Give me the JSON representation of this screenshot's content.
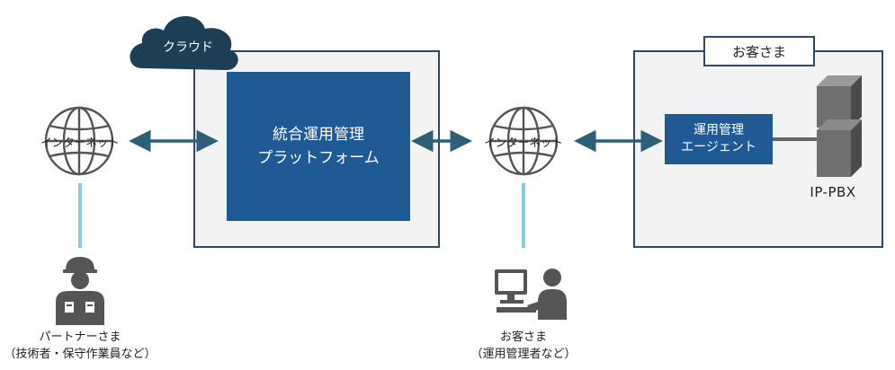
{
  "cloud": {
    "label": "クラウド"
  },
  "platform": {
    "line1": "統合運用管理",
    "line2": "プラットフォーム"
  },
  "internet_left": {
    "label": "インターネット"
  },
  "internet_right": {
    "label": "インターネット"
  },
  "customer_site": {
    "label": "お客さま"
  },
  "agent": {
    "line1": "運用管理",
    "line2": "エージェント"
  },
  "pbx": {
    "label": "IP-PBX"
  },
  "partner": {
    "line1": "パートナーさま",
    "line2": "（技術者・保守作業員など）"
  },
  "customer_user": {
    "line1": "お客さま",
    "line2": "（運用管理者など）"
  },
  "colors": {
    "platform_blue": "#1f5a94",
    "cloud_navy": "#1d3f55",
    "arrow_teal": "#2c5f78",
    "connector_light_blue": "#8cc8e8",
    "frame_gray": "#f3f3f4",
    "icon_gray": "#555555"
  },
  "icons": [
    "cloud-icon",
    "globe-icon",
    "server-icon",
    "worker-icon",
    "computer-user-icon"
  ]
}
